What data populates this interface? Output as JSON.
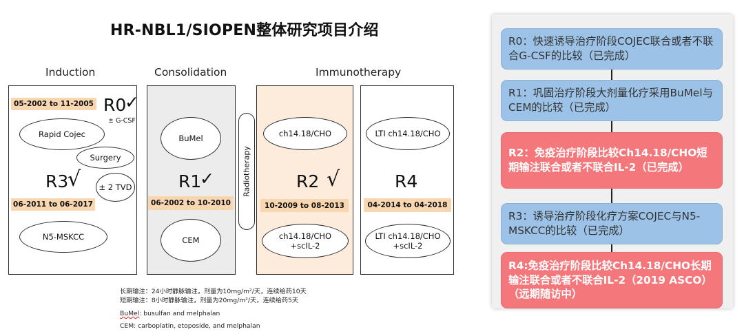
{
  "title": "HR-NBL1/SIOPEN整体研究项目介绍",
  "diagram": {
    "phases": {
      "induction": "Induction",
      "consolidation": "Consolidation",
      "immunotherapy": "Immunotherapy"
    },
    "induction": {
      "r0_dates": "05-2002 to 11-2005",
      "r0_label": "R0",
      "r0_check": "✓",
      "gcsf": "± G-CSF",
      "rapid_cojec": "Rapid Cojec",
      "surgery": "Surgery",
      "r3_label": "R3",
      "r3_check": "√",
      "tvd": "± 2 TVD",
      "r3_dates": "06-2011 to 06-2017",
      "n5": "N5-MSKCC"
    },
    "consolidation": {
      "bumel": "BuMel",
      "r1_label": "R1",
      "r1_check": "✓",
      "dates": "06-2002 to 10-2010",
      "cem": "CEM"
    },
    "radiotherapy": "Radiotherapy",
    "r2": {
      "top": "ch14.18/CHO",
      "label": "R2",
      "check": "√",
      "dates": "10-2009 to 08-2013",
      "bottom": "ch14.18/CHO\n+scIL-2"
    },
    "r4": {
      "top": "LTI ch14.18/CHO",
      "label": "R4",
      "dates": "04-2014 to 04-2018",
      "bottom": "LTI ch14.18/CHO\n+scIL-2"
    },
    "notes": {
      "long": "长期输注：24小时静脉输注，剂量为10mg/m²/天，连续给药10天",
      "short": "短期输注：8小时静脉输注，剂量为20mg/m²/天，连续给药5天",
      "bumel_abbr": "BuMel",
      "bumel_def": ": busulfan and melphalan",
      "cem_def": "CEM: carboplatin, etoposide, and melphalan"
    }
  },
  "trials": [
    {
      "text": "R0：快速诱导治疗阶段COJEC联合或者不联合G-CSF的比较（已完成）",
      "style": "blue"
    },
    {
      "text": "R1：巩固治疗阶段大剂量化疗采用BuMel与CEM的比较（已完成）",
      "style": "blue"
    },
    {
      "text": "R2：免疫治疗阶段比较Ch14.18/CHO短期输注联合或者不联合IL-2（已完成）",
      "style": "red"
    },
    {
      "text": "R3：诱导治疗阶段化疗方案COJEC与N5-MSKCC的比较（已完成）",
      "style": "blue"
    },
    {
      "text": "R4:免疫治疗阶段比较Ch14.18/CHO长期输注联合或者不联合IL-2（2019 ASCO）（远期随访中）",
      "style": "red"
    }
  ],
  "colors": {
    "blue_box": "#9cc3e7",
    "red_box": "#f4777b",
    "date_band": "#f8d6b0",
    "consolidation_bg": "#ececec",
    "r2_bg": "#fdebdc"
  }
}
